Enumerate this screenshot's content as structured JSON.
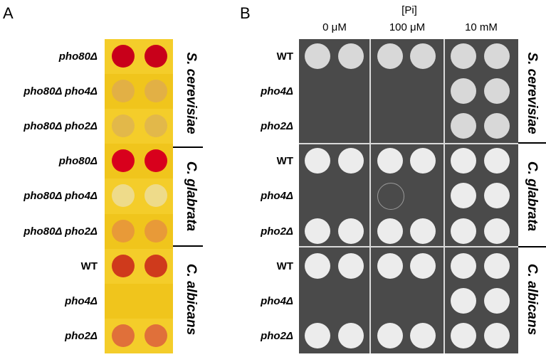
{
  "panel_a": {
    "letter": "A",
    "rows": [
      {
        "label": "pho80Δ",
        "wt": false
      },
      {
        "label": "pho80Δ pho4Δ",
        "wt": false
      },
      {
        "label": "pho80Δ pho2Δ",
        "wt": false
      },
      {
        "label": "pho80Δ",
        "wt": false
      },
      {
        "label": "pho80Δ pho4Δ",
        "wt": false
      },
      {
        "label": "pho80Δ pho2Δ",
        "wt": false
      },
      {
        "label": "WT",
        "wt": true
      },
      {
        "label": "pho4Δ",
        "wt": false
      },
      {
        "label": "pho2Δ",
        "wt": false
      }
    ],
    "colony_colors": [
      "#c8001a",
      "#e2b045",
      "#e2b84a",
      "#d8001c",
      "#eedb8a",
      "#e89a38",
      "#cf3a1c",
      "none",
      "#e0703a"
    ],
    "plate_color": "#f2c81e"
  },
  "panel_b": {
    "letter": "B",
    "header": "[Pi]",
    "columns": [
      "0 μM",
      "100 μM",
      "10 mM"
    ],
    "rows": [
      {
        "label": "WT",
        "wt": true
      },
      {
        "label": "pho4Δ",
        "wt": false
      },
      {
        "label": "pho2Δ",
        "wt": false
      },
      {
        "label": "WT",
        "wt": true
      },
      {
        "label": "pho4Δ",
        "wt": false
      },
      {
        "label": "pho2Δ",
        "wt": false
      },
      {
        "label": "WT",
        "wt": true
      },
      {
        "label": "pho4Δ",
        "wt": false
      },
      {
        "label": "pho2Δ",
        "wt": false
      }
    ],
    "growth": [
      [
        1,
        1,
        1
      ],
      [
        0,
        0,
        1
      ],
      [
        0,
        0,
        1
      ],
      [
        1,
        1,
        1
      ],
      [
        0,
        0.3,
        1
      ],
      [
        1,
        1,
        1
      ],
      [
        1,
        1,
        1
      ],
      [
        0,
        0,
        1
      ],
      [
        1,
        1,
        1
      ]
    ],
    "plate_color": "#4a4a4a"
  },
  "species": [
    "S. cerevisiae",
    "C. glabrata",
    "C. albicans"
  ]
}
